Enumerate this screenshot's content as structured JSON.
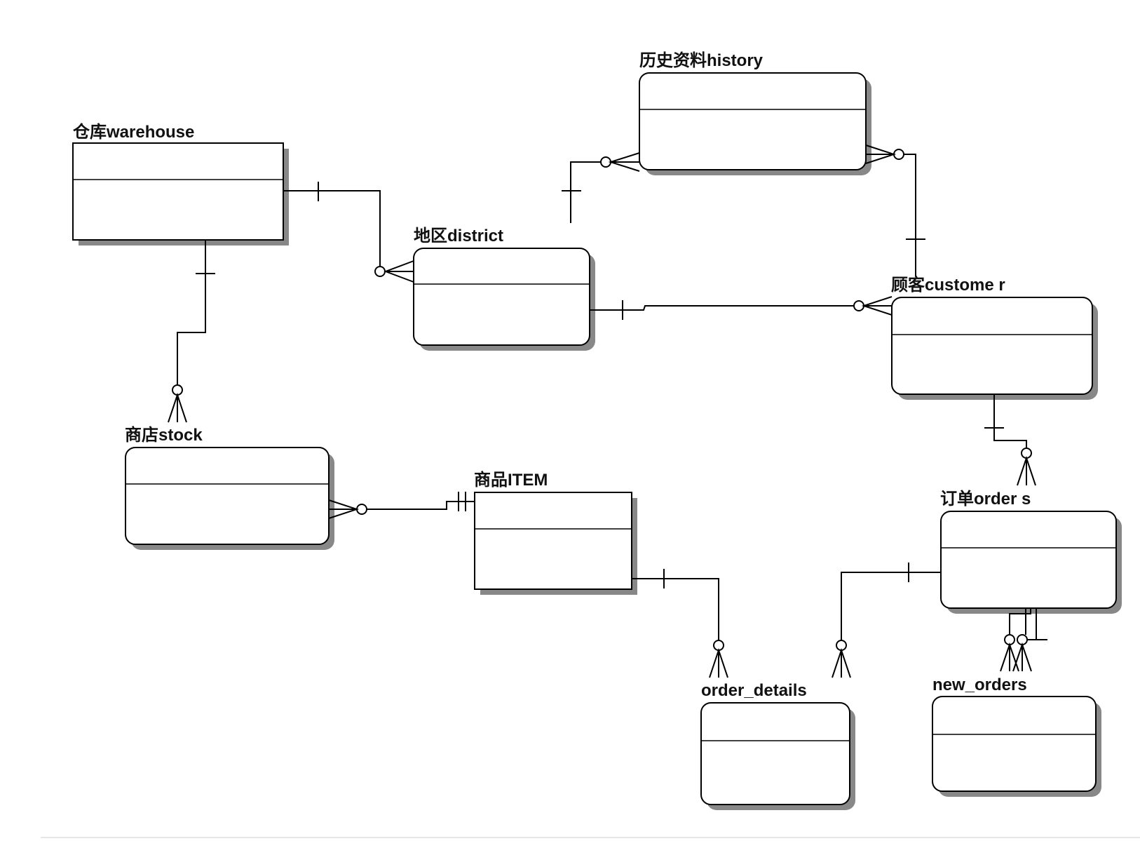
{
  "entities": {
    "warehouse": {
      "label": "仓库warehouse"
    },
    "district": {
      "label": "地区district"
    },
    "history": {
      "label": "历史资料history"
    },
    "customer": {
      "label": "顾客custome r"
    },
    "stock": {
      "label": "商店stock"
    },
    "item": {
      "label": "商品ITEM"
    },
    "orders": {
      "label": "订单order s"
    },
    "order_details": {
      "label": "order_details"
    },
    "new_orders": {
      "label": "new_orders"
    }
  }
}
